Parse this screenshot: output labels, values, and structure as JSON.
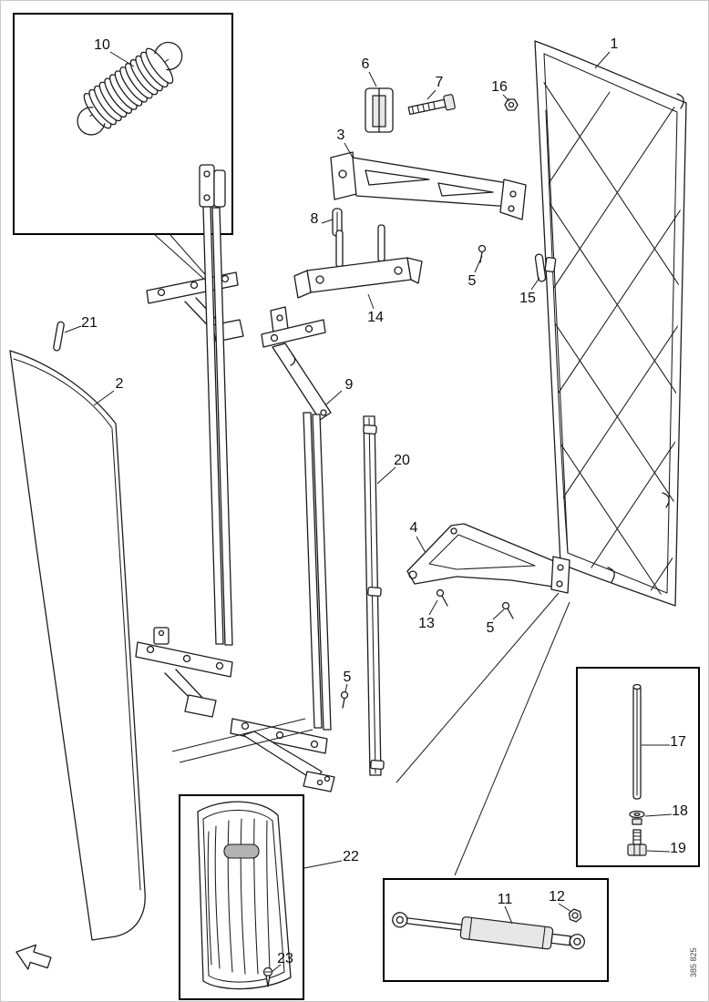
{
  "figure": {
    "doc_number": "385 825",
    "callouts": {
      "c1": "1",
      "c2": "2",
      "c3": "3",
      "c4": "4",
      "c5a": "5",
      "c5b": "5",
      "c5c": "5",
      "c6": "6",
      "c7": "7",
      "c8": "8",
      "c9": "9",
      "c10": "10",
      "c11": "11",
      "c12": "12",
      "c13": "13",
      "c14": "14",
      "c15": "15",
      "c16": "16",
      "c17": "17",
      "c18": "18",
      "c19": "19",
      "c20": "20",
      "c21": "21",
      "c22": "22",
      "c23": "23"
    }
  }
}
